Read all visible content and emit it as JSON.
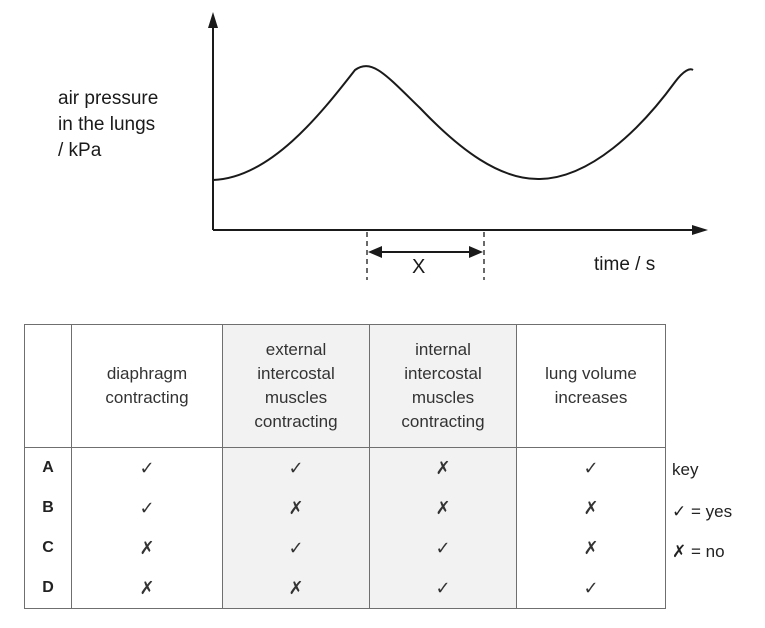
{
  "graph": {
    "ylabel_lines": [
      "air pressure",
      "in the lungs",
      "/ kPa"
    ],
    "xlabel": "time / s",
    "interval_label": "X"
  },
  "table": {
    "headers": [
      [
        "diaphragm",
        "contracting"
      ],
      [
        "external",
        "intercostal",
        "muscles",
        "contracting"
      ],
      [
        "internal",
        "intercostal",
        "muscles",
        "contracting"
      ],
      [
        "lung volume",
        "increases"
      ]
    ],
    "rows": [
      {
        "label": "A",
        "cells": [
          "✓",
          "✓",
          "✗",
          "✓"
        ]
      },
      {
        "label": "B",
        "cells": [
          "✓",
          "✗",
          "✗",
          "✗"
        ]
      },
      {
        "label": "C",
        "cells": [
          "✗",
          "✓",
          "✓",
          "✗"
        ]
      },
      {
        "label": "D",
        "cells": [
          "✗",
          "✗",
          "✓",
          "✓"
        ]
      }
    ]
  },
  "key": {
    "title": "key",
    "yes": "✓ = yes",
    "no": "✗ = no"
  }
}
